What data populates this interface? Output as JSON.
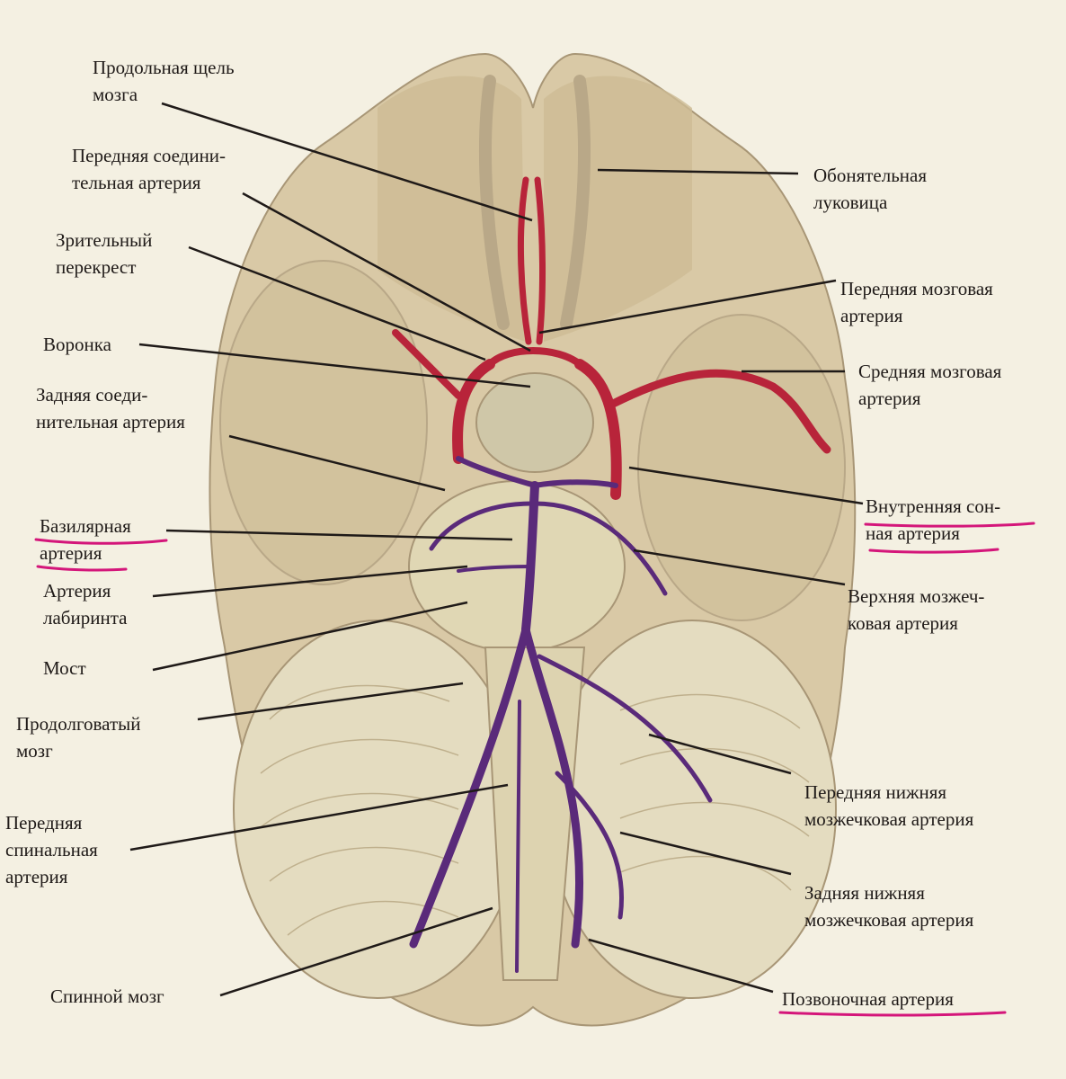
{
  "labels": {
    "longitudinal_fissure": [
      "Продольная щель",
      "мозга"
    ],
    "anterior_communicating": [
      "Передняя соедини-",
      "тельная артерия"
    ],
    "optic_chiasm": [
      "Зрительный",
      "перекрест"
    ],
    "infundibulum": [
      "Воронка"
    ],
    "posterior_communicating": [
      "Задняя соеди-",
      "нительная артерия"
    ],
    "basilar": [
      "Базилярная",
      "артерия"
    ],
    "labyrinthine": [
      "Артерия",
      "лабиринта"
    ],
    "pons": [
      "Мост"
    ],
    "medulla": [
      "Продолговатый",
      "мозг"
    ],
    "anterior_spinal": [
      "Передняя",
      "спинальная",
      "артерия"
    ],
    "spinal_cord": [
      "Спинной мозг"
    ],
    "olfactory_bulb": [
      "Обонятельная",
      "луковица"
    ],
    "anterior_cerebral": [
      "Передняя мозговая",
      "артерия"
    ],
    "middle_cerebral": [
      "Средняя мозговая",
      "артерия"
    ],
    "internal_carotid": [
      "Внутренняя сон-",
      "ная артерия"
    ],
    "superior_cerebellar": [
      "Верхняя мозжеч-",
      "ковая артерия"
    ],
    "anterior_inferior_cerebellar": [
      "Передняя нижняя",
      "мозжечковая артерия"
    ],
    "posterior_inferior_cerebellar": [
      "Задняя нижняя",
      "мозжечковая артерия"
    ],
    "vertebral": [
      "Позвоночная артерия"
    ]
  },
  "colors": {
    "background": "#f4f0e2",
    "brain": "#d9c9a6",
    "brain_shadow": "#b9a888",
    "cerebellum": "#e4dcc0",
    "artery_red": "#b8243a",
    "artery_purple": "#5a2a7a",
    "leader": "#1f1a18",
    "highlight": "#d4167a"
  },
  "highlighted": [
    "basilar",
    "internal_carotid",
    "vertebral"
  ]
}
